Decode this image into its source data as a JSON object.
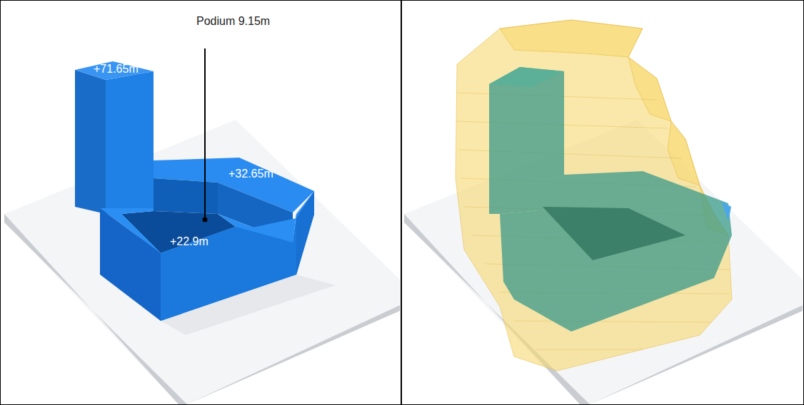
{
  "diagram": {
    "labels": [
      "Podium 9.15m",
      "+71.65m",
      "+32.65m",
      "+22.9m"
    ]
  }
}
